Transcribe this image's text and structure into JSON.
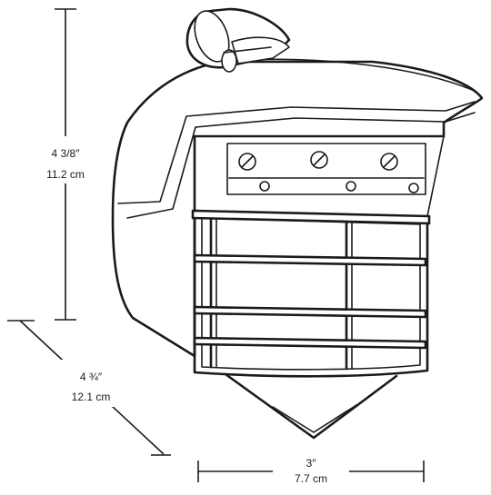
{
  "dimensions": {
    "height": {
      "imperial": "4 3/8″",
      "metric": "11.2 cm"
    },
    "depth": {
      "imperial": "4 ¾″",
      "metric": "12.1 cm"
    },
    "width": {
      "imperial": "3″",
      "metric": "7.7 cm"
    }
  },
  "colors": {
    "line": "#1a1a1a",
    "background": "#ffffff"
  }
}
